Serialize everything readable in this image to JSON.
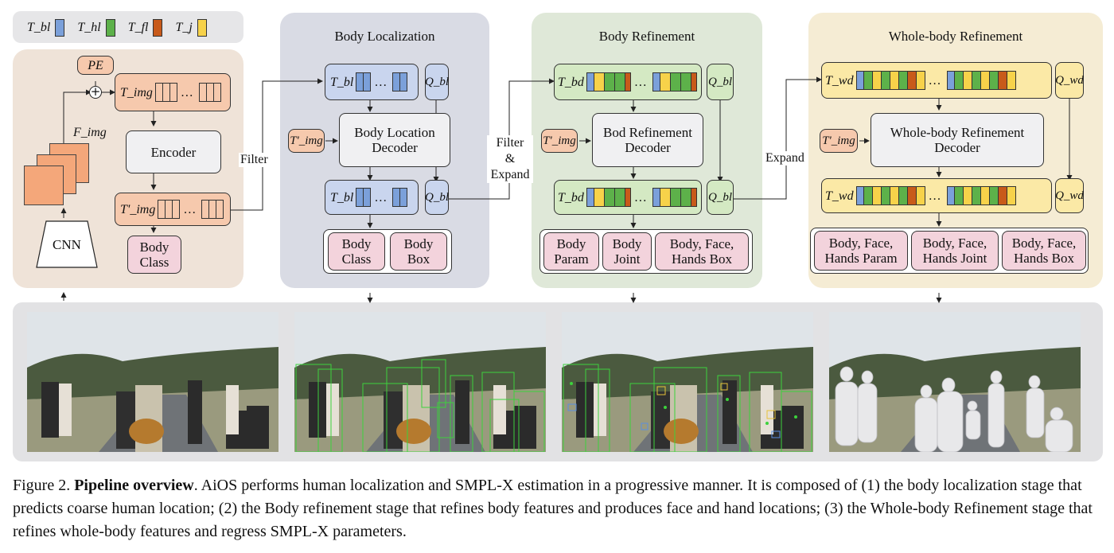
{
  "legend": {
    "items": [
      {
        "label": "T_bl",
        "color": "#7ba0da"
      },
      {
        "label": "T_hl",
        "color": "#5db14a"
      },
      {
        "label": "T_fl",
        "color": "#c85a1a"
      },
      {
        "label": "T_j",
        "color": "#f7d24a"
      }
    ]
  },
  "backbone": {
    "pe": "PE",
    "t_img": "T_img",
    "f_img": "F_img",
    "encoder": "Encoder",
    "t_img_prime": "T'_img",
    "cnn": "CNN",
    "body_class": "Body\nClass",
    "filter": "Filter"
  },
  "stage1": {
    "title": "Body Localization",
    "t_bl": "T_bl",
    "q_bl": "Q_bl",
    "t_img_prime": "T'_img",
    "decoder": "Body Location\nDecoder",
    "outputs": [
      "Body\nClass",
      "Body\nBox"
    ]
  },
  "link12": "Filter\n&\nExpand",
  "stage2": {
    "title": "Body Refinement",
    "t_bd": "T_bd",
    "q_bl": "Q_bl",
    "t_img_prime": "T'_img",
    "decoder": "Bod Refinement\nDecoder",
    "outputs": [
      "Body\nParam",
      "Body\nJoint",
      "Body, Face,\nHands Box"
    ]
  },
  "link23": "Expand",
  "stage3": {
    "title": "Whole-body Refinement",
    "t_wd": "T_wd",
    "q_wd": "Q_wd",
    "t_img_prime": "T'_img",
    "decoder": "Whole-body Refinement\nDecoder",
    "outputs": [
      "Body, Face,\nHands Param",
      "Body, Face,\nHands Joint",
      "Body, Face,\nHands Box"
    ]
  },
  "caption": {
    "figure": "Figure 2.",
    "heading": "Pipeline overview",
    "text": ". AiOS performs human localization and SMPL-X estimation in a progressive manner. It is composed of (1) the body localization stage that predicts coarse human location; (2) the Body refinement stage that refines body features and produces face and hand locations; (3) the Whole-body Refinement stage that refines whole-body features and regress SMPL-X parameters."
  }
}
